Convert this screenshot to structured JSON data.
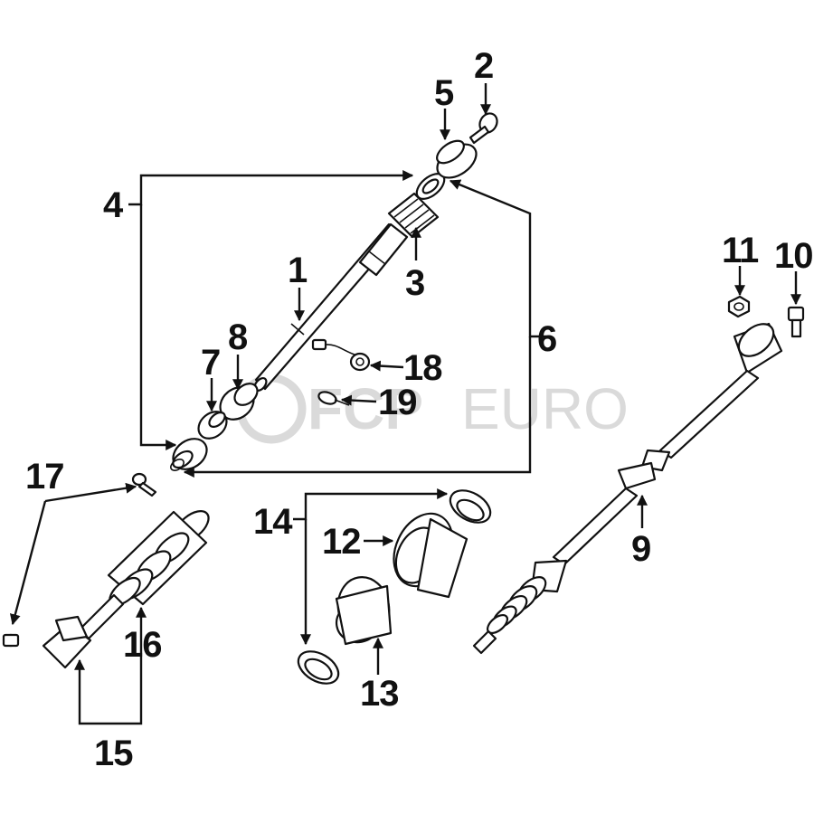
{
  "watermark": {
    "brand": "FCP",
    "suffix": "EURO"
  },
  "callouts": {
    "n1": "1",
    "n2": "2",
    "n3": "3",
    "n4": "4",
    "n5": "5",
    "n6": "6",
    "n7": "7",
    "n8": "8",
    "n9": "9",
    "n10": "10",
    "n11": "11",
    "n12": "12",
    "n13": "13",
    "n14": "14",
    "n15": "15",
    "n16": "16",
    "n17": "17",
    "n18": "18",
    "n19": "19"
  },
  "colors": {
    "ink": "#111111",
    "watermark": "#dadada",
    "background": "#ffffff"
  }
}
